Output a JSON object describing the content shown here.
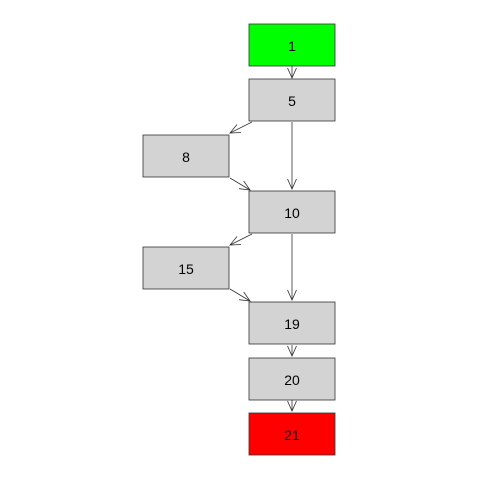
{
  "colors": {
    "start": "#00ff00",
    "end": "#ff0000",
    "default": "#d3d3d3",
    "edge": "#333333"
  },
  "nodes": [
    {
      "id": "n1",
      "label": "1",
      "role": "start"
    },
    {
      "id": "n5",
      "label": "5",
      "role": "default"
    },
    {
      "id": "n8",
      "label": "8",
      "role": "default"
    },
    {
      "id": "n10",
      "label": "10",
      "role": "default"
    },
    {
      "id": "n15",
      "label": "15",
      "role": "default"
    },
    {
      "id": "n19",
      "label": "19",
      "role": "default"
    },
    {
      "id": "n20",
      "label": "20",
      "role": "default"
    },
    {
      "id": "n21",
      "label": "21",
      "role": "end"
    }
  ],
  "edges": [
    {
      "from": "n1",
      "to": "n5"
    },
    {
      "from": "n5",
      "to": "n8"
    },
    {
      "from": "n5",
      "to": "n10"
    },
    {
      "from": "n8",
      "to": "n10"
    },
    {
      "from": "n10",
      "to": "n15"
    },
    {
      "from": "n10",
      "to": "n19"
    },
    {
      "from": "n15",
      "to": "n19"
    },
    {
      "from": "n19",
      "to": "n20"
    },
    {
      "from": "n20",
      "to": "n21"
    }
  ]
}
